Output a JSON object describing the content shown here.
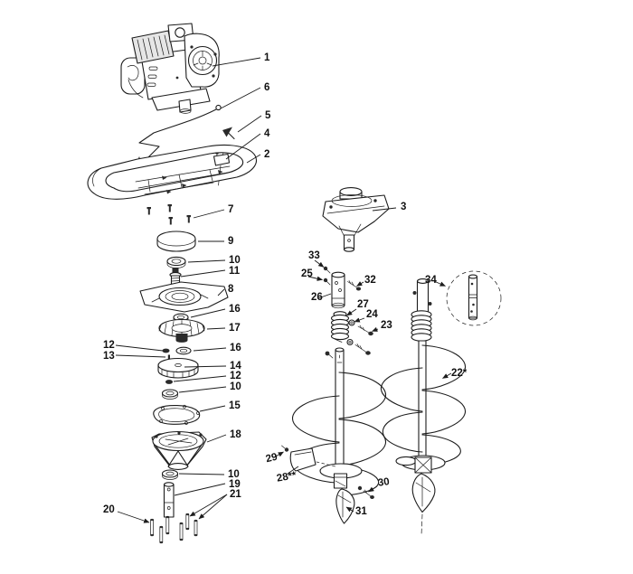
{
  "figure": {
    "background": "#ffffff",
    "line_color": "#1c1c1c",
    "label_color": "#111111"
  },
  "callouts": [
    {
      "label": "1"
    },
    {
      "label": "6"
    },
    {
      "label": "5"
    },
    {
      "label": "4"
    },
    {
      "label": "2"
    },
    {
      "label": "7"
    },
    {
      "label": "9"
    },
    {
      "label": "10"
    },
    {
      "label": "11"
    },
    {
      "label": "8"
    },
    {
      "label": "16"
    },
    {
      "label": "17"
    },
    {
      "label": "12"
    },
    {
      "label": "13"
    },
    {
      "label": "16"
    },
    {
      "label": "14"
    },
    {
      "label": "12"
    },
    {
      "label": "10"
    },
    {
      "label": "15"
    },
    {
      "label": "18"
    },
    {
      "label": "10"
    },
    {
      "label": "19"
    },
    {
      "label": "21"
    },
    {
      "label": "20"
    },
    {
      "label": "3"
    },
    {
      "label": "33"
    },
    {
      "label": "25"
    },
    {
      "label": "26"
    },
    {
      "label": "32"
    },
    {
      "label": "27"
    },
    {
      "label": "24"
    },
    {
      "label": "23"
    },
    {
      "label": "29"
    },
    {
      "label": "28**"
    },
    {
      "label": "30"
    },
    {
      "label": "31"
    },
    {
      "label": "34"
    },
    {
      "label": "22*"
    }
  ]
}
